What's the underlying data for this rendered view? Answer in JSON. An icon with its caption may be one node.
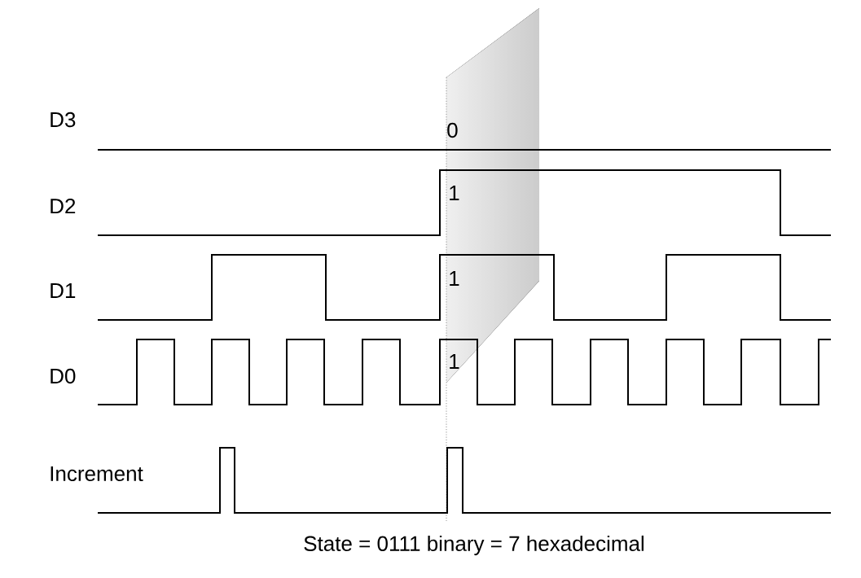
{
  "diagram": {
    "labels": [
      "D3",
      "0",
      "D2",
      "1",
      "D1",
      "1",
      "D0",
      "1",
      "Increment"
    ],
    "caption": "State =  0111 binary = 7 hexadecimal"
  }
}
